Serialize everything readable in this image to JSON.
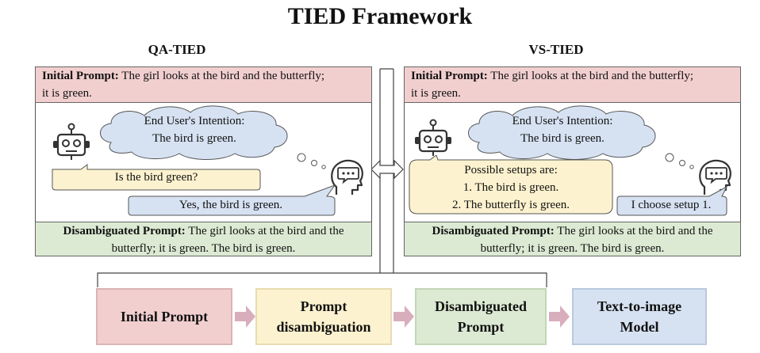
{
  "title": "TIED Framework",
  "qa": {
    "heading": "QA-TIED",
    "initial_label": "Initial Prompt:",
    "initial_text_1": " The girl looks at the bird and the butterfly;",
    "initial_text_2": "it is green.",
    "cloud_line1": "End User's Intention:",
    "cloud_line2": "The bird is green.",
    "question": "Is the bird green?",
    "answer": "Yes, the bird is green.",
    "disamb_label": "Disambiguated Prompt:",
    "disamb_text_1": " The girl looks at the bird and the",
    "disamb_text_2": "butterfly; it is green. The bird is green."
  },
  "vs": {
    "heading": "VS-TIED",
    "initial_label": "Initial Prompt:",
    "initial_text_1": " The girl looks at the bird and the butterfly;",
    "initial_text_2": "it is green.",
    "cloud_line1": "End User's Intention:",
    "cloud_line2": "The bird is green.",
    "setups_title": "Possible setups are:",
    "setup_1": "1. The bird is green.",
    "setup_2": "2. The butterfly is green.",
    "choice": "I choose setup 1.",
    "disamb_label": "Disambiguated Prompt:",
    "disamb_text_1": " The girl looks at the bird and the",
    "disamb_text_2": "butterfly; it is green. The bird is green."
  },
  "flow": {
    "step1": "Initial Prompt",
    "step2_l1": "Prompt",
    "step2_l2": "disambiguation",
    "step3_l1": "Disambiguated",
    "step3_l2": "Prompt",
    "step4_l1": "Text-to-image",
    "step4_l2": "Model"
  },
  "icons": [
    "robot-icon",
    "user-head-chat-icon",
    "double-arrow-icon",
    "flow-arrow-icon"
  ],
  "colors": {
    "red": "#f2cfcf",
    "yellow": "#fdf2cf",
    "green": "#dcead3",
    "blue": "#d6e2f2",
    "arrow": "#d8aebc"
  }
}
